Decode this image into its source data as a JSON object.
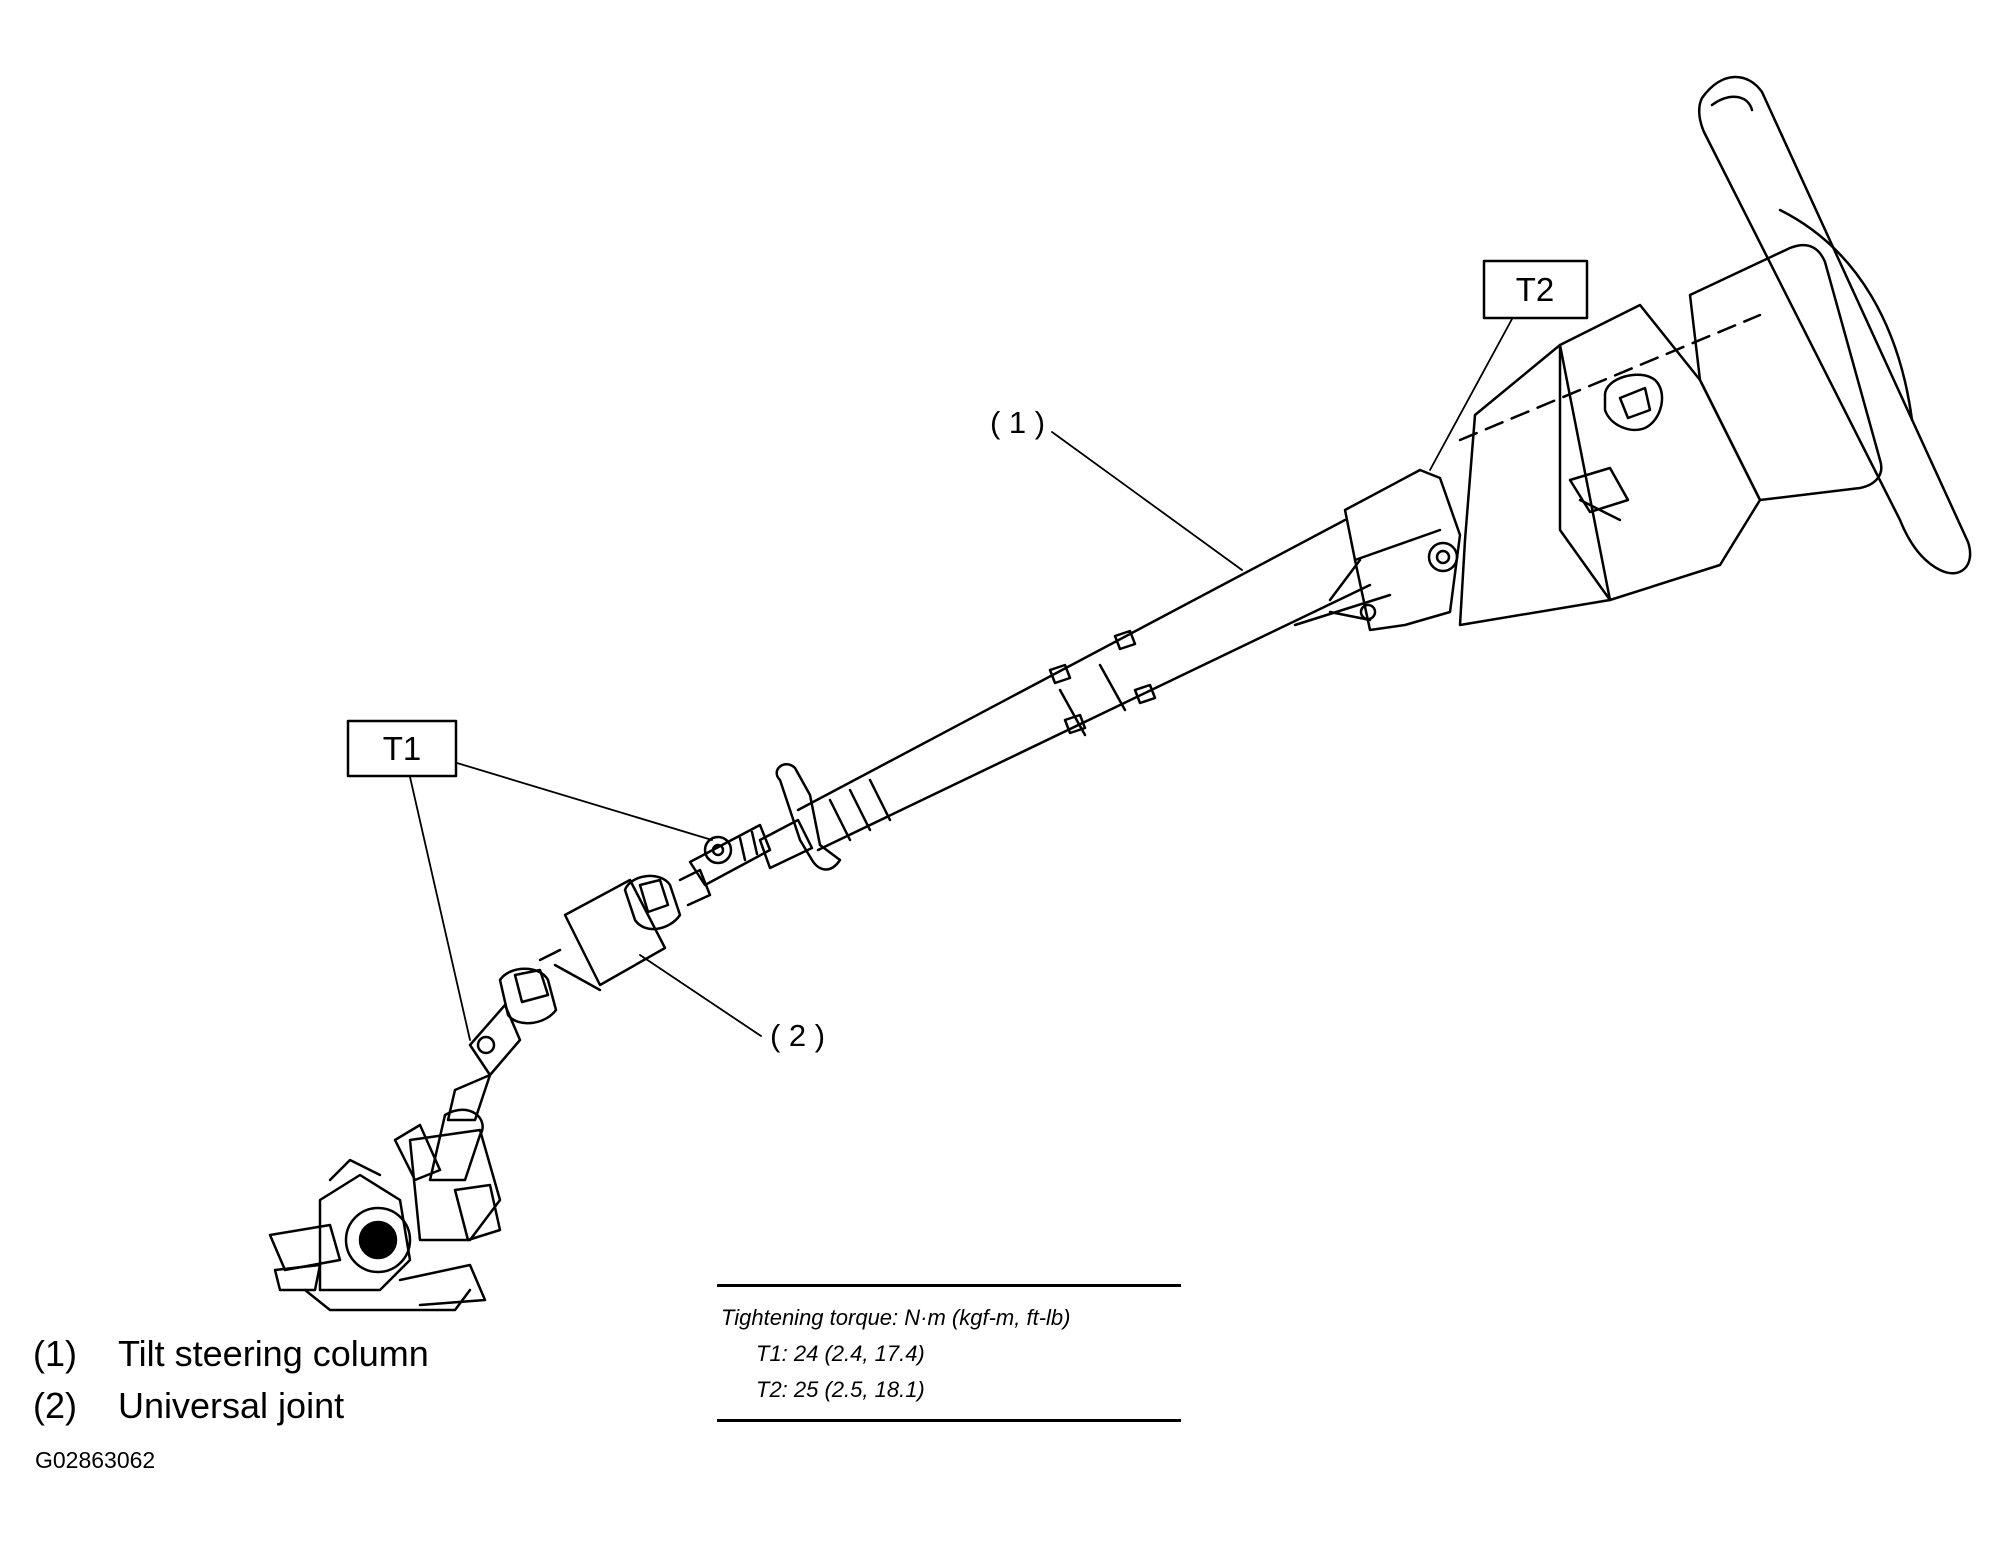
{
  "callouts": {
    "t1": "T1",
    "t2": "T2",
    "part1": "( 1 )",
    "part2": "( 2 )"
  },
  "legend": [
    {
      "number": "(1)",
      "label": "Tilt steering column"
    },
    {
      "number": "(2)",
      "label": "Universal joint"
    }
  ],
  "figure_code": "G02863062",
  "torque": {
    "heading": "Tightening torque: N·m (kgf-m, ft-lb)",
    "rows": [
      {
        "text": "T1: 24 (2.4, 17.4)"
      },
      {
        "text": "T2: 25 (2.5, 18.1)"
      }
    ]
  }
}
